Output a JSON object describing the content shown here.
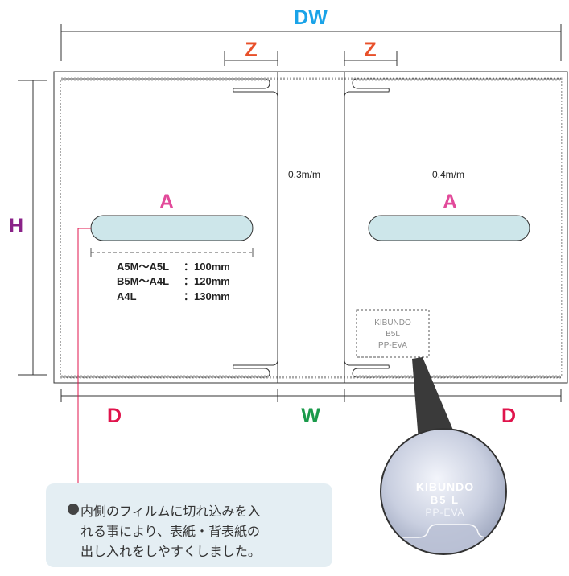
{
  "labels": {
    "dw": "DW",
    "h": "H",
    "z_left": "Z",
    "z_right": "Z",
    "d_left": "D",
    "w": "W",
    "d_right": "D",
    "a_left": "A",
    "a_right": "A"
  },
  "thickness": {
    "left_spine": "0.3m/m",
    "right_spine": "0.4m/m"
  },
  "size_table": [
    {
      "name": "A5M〜A5L",
      "value": "：100mm"
    },
    {
      "name": "B5M〜A4L",
      "value": "：120mm"
    },
    {
      "name": "A4L",
      "value": "：130mm"
    }
  ],
  "stamp": {
    "line1": "KIBUNDO",
    "line2": "B5L",
    "line3": "PP-EVA"
  },
  "zoom": {
    "line1": "KIBUNDO",
    "line2": "B5 L",
    "line3": "PP-EVA"
  },
  "note": {
    "line1": "内側のフィルムに切れ込みを入",
    "line2": "れる事により、表紙・背表紙の",
    "line3": "出し入れをしやすくしました。"
  },
  "colors": {
    "dw": "#1aa3e8",
    "z": "#e8502a",
    "a": "#e24a9a",
    "h": "#8a2288",
    "d": "#e0144c",
    "w": "#1a9a4a",
    "slot_fill": "#cde6ea",
    "note_bg": "#e4eef3",
    "leader": "#e0144c"
  }
}
